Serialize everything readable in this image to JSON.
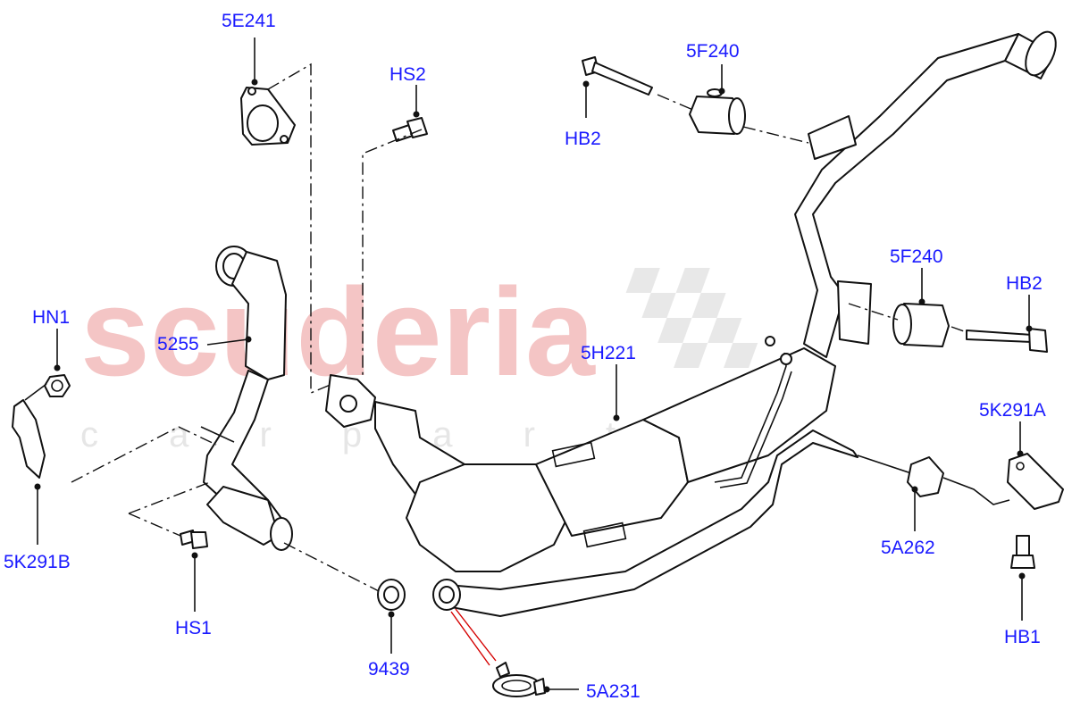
{
  "watermark": {
    "brand": "scuderia",
    "sub": "c a r p a r t s"
  },
  "labels": {
    "p5E241": "5E241",
    "pHS2": "HS2",
    "p5F240_top": "5F240",
    "pHB2_top": "HB2",
    "p5F240_right": "5F240",
    "pHB2_right": "HB2",
    "pHN1": "HN1",
    "p5255": "5255",
    "p5H221": "5H221",
    "p5K291A": "5K291A",
    "p5K291B": "5K291B",
    "p5A262": "5A262",
    "pHS1": "HS1",
    "pHB1": "HB1",
    "p9439": "9439",
    "p5A231": "5A231"
  },
  "colors": {
    "label": "#1a1aff",
    "watermark": "#f4c5c5",
    "highlight_leader": "#d40000"
  }
}
